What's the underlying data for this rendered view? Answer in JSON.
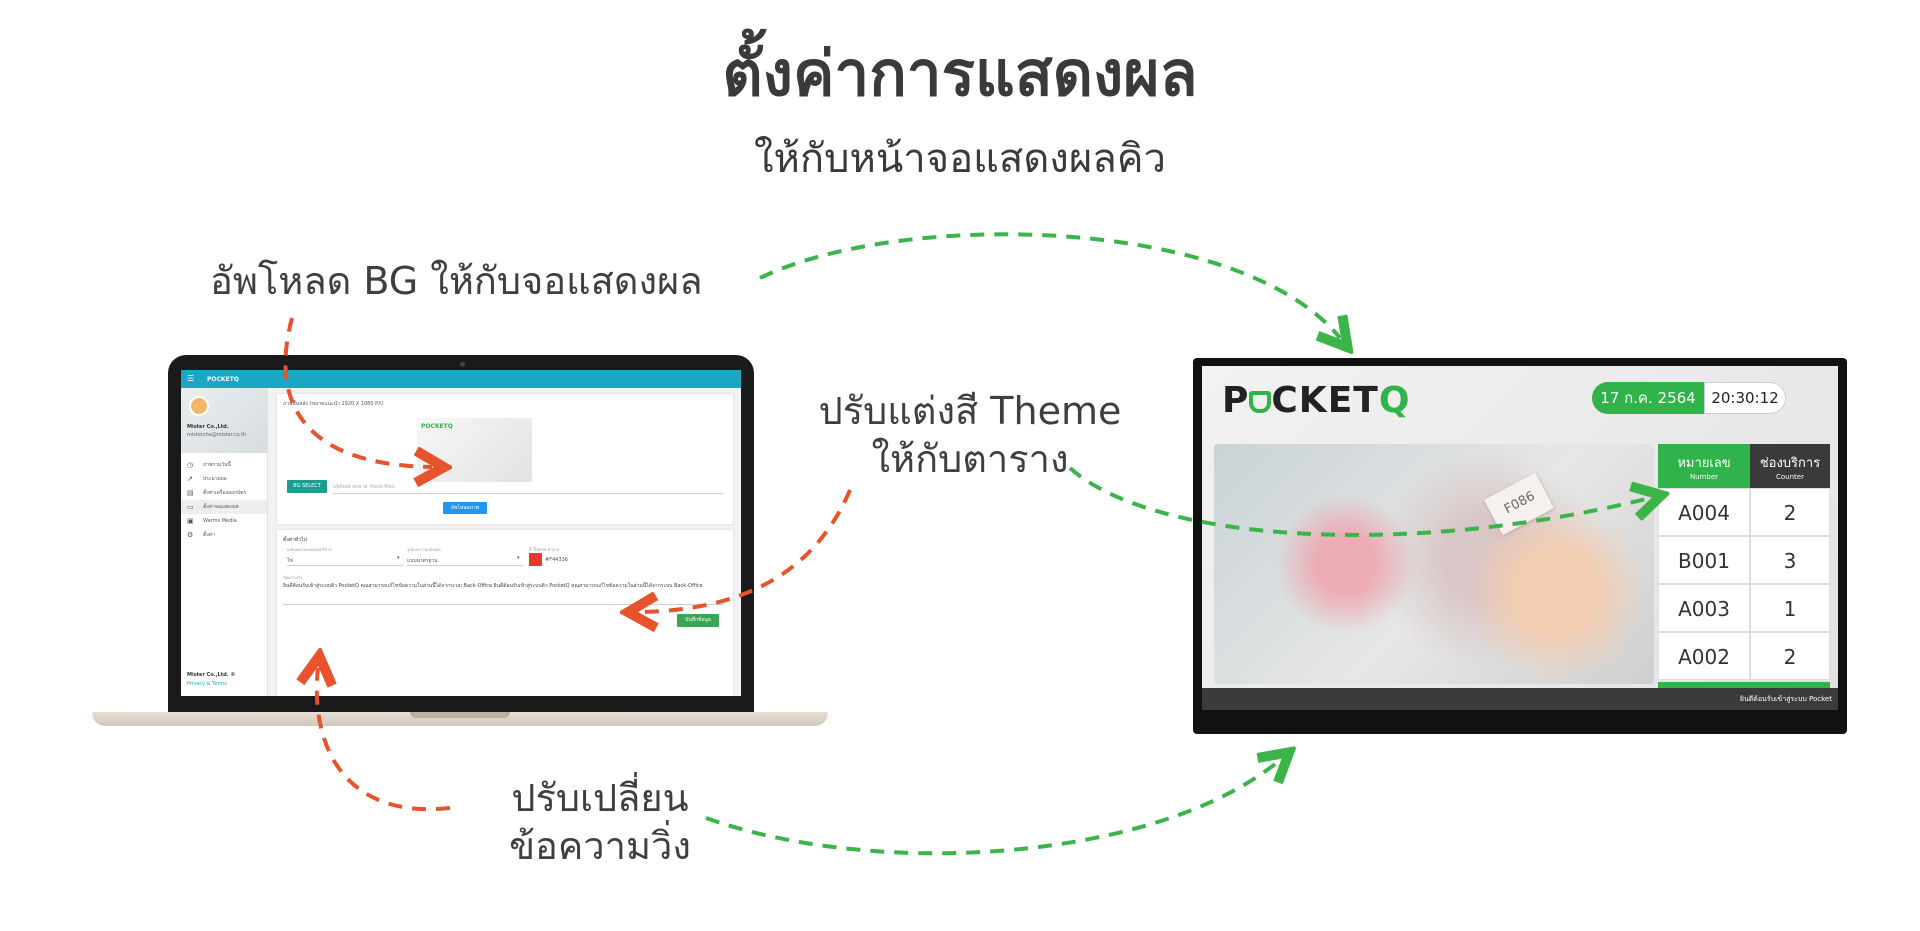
{
  "heading": {
    "title": "ตั้งค่าการแสดงผล",
    "subtitle": "ให้กับหน้าจอแสดงผลคิว"
  },
  "callouts": {
    "upload_bg": "อัพโหลด BG ให้กับจอแสดงผล",
    "theme_line1": "ปรับแต่งสี Theme",
    "theme_line2": "ให้กับตาราง",
    "marquee_line1": "ปรับเปลี่ยน",
    "marquee_line2": "ข้อความวิ่ง"
  },
  "colors": {
    "accent_green": "#2fb34a",
    "arrow_orange": "#e8532b",
    "arrow_green": "#3bb54a",
    "topbar_teal": "#19a7c3",
    "theme_red": "#e8392f"
  },
  "laptop_app": {
    "topbar": {
      "menu_icon": "hamburger-icon",
      "brand": "POCKETQ"
    },
    "sidebar": {
      "org_name": "Mister Co.,Ltd.",
      "email": "mistercha@mister.co.th",
      "items": [
        {
          "icon": "clock-icon",
          "label": "ภาพรวมวันนี้"
        },
        {
          "icon": "chart-line-icon",
          "label": "ประมวลผล"
        },
        {
          "icon": "printer-icon",
          "label": "ตั้งค่าเครื่องออกบัตร"
        },
        {
          "icon": "monitor-icon",
          "label": "ตั้งค่าจอแสดงผล"
        },
        {
          "icon": "media-icon",
          "label": "Warms Media"
        },
        {
          "icon": "gear-icon",
          "label": "ตั้งค่า"
        }
      ],
      "active_index": 3,
      "footer_org": "Mister Co.,Ltd. ©",
      "footer_link": "Privacy & Terms"
    },
    "bg_card": {
      "hint": "ภาพพื้นหลัง (ขนาดแนะนำ 1920 X 1080 PX)",
      "preview_logo": "POCKETQ",
      "select_button": "BG SELECT",
      "file_placeholder": "Upload one or more files",
      "upload_button": "อัพโหลดภาพ"
    },
    "settings_card": {
      "section_title": "ตั้งค่าทั่วไป",
      "field1_label": "แสดงหมายเลขช่องบริการ",
      "field1_value": "ใช่",
      "field2_label": "รูปแบบการแสดงผล",
      "field2_value": "แบบมาตรฐาน",
      "color_label": "สี Theme ตาราง",
      "color_value": "#F44336",
      "marquee_label": "ข้อความวิ่ง",
      "marquee_text": "ยินดีต้อนรับเข้าสู่ระบบคิว PocketQ คุณสามารถแก้ไขข้อความในส่วนนี้ได้จากระบบ Back-Office ยินดีต้อนรับเข้าสู่ระบบคิว PocketQ คุณสามารถแก้ไขข้อความในส่วนนี้ได้จากระบบ Back-Office",
      "save_button": "บันทึกข้อมูล"
    }
  },
  "monitor_display": {
    "logo": {
      "text_before": "P",
      "text_after": "CKET",
      "q": "Q"
    },
    "date": "17 ก.ค. 2564",
    "time": "20:30:12",
    "photo_ticket": "F086",
    "table": {
      "col1": "หมายเลข",
      "col1_sub": "Number",
      "col2": "ช่องบริการ",
      "col2_sub": "Counter",
      "rows": [
        {
          "number": "A004",
          "counter": "2"
        },
        {
          "number": "B001",
          "counter": "3"
        },
        {
          "number": "A003",
          "counter": "1"
        },
        {
          "number": "A002",
          "counter": "2"
        }
      ]
    },
    "ticker": "ยินดีต้อนรับเข้าสู่ระบบ Pocket"
  }
}
